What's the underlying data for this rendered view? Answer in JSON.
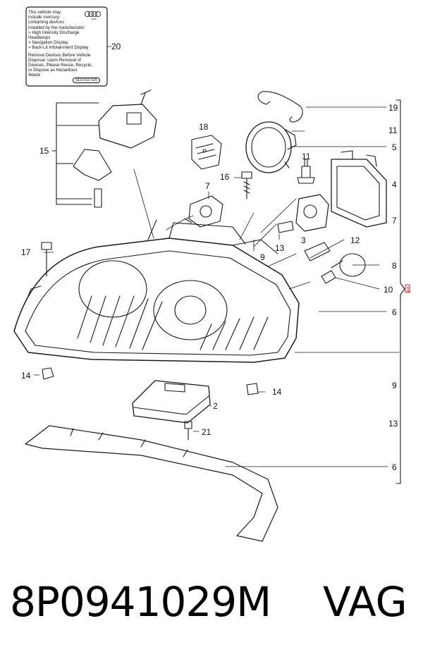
{
  "sticker": {
    "lines": [
      "This vehicle may",
      "include mercury-",
      "containing devices",
      "installed by the manufacturer:",
      "> High Intensity Discharge",
      "   Headlamps",
      "> Navigation Display",
      "> Back-Lit Infotainment Display",
      "Remove Devices Before Vehicle",
      "Disposal. Upon Removal of",
      "Devices, Please Reuse, Recycle,",
      "or Dispose as Hazardous",
      "Waste"
    ],
    "code": "1E0 010 520",
    "brand_mark": "Audi"
  },
  "callouts": {
    "c20": "20",
    "c19": "19",
    "c11a": "11",
    "c5": "5",
    "c18": "18",
    "c11b": "11",
    "c16": "16",
    "c4": "4",
    "c15": "15",
    "c7a": "7",
    "c7b": "7",
    "c17": "17",
    "c9a": "9",
    "c13a": "13",
    "c3": "3",
    "c12": "12",
    "c8": "8",
    "c10": "10",
    "c6a": "6",
    "c14a": "14",
    "c14b": "14",
    "c9b": "9",
    "c2": "2",
    "c21": "21",
    "c13b": "13",
    "c6b": "6",
    "c1": "1"
  },
  "footer": {
    "part_number": "8P0941029M",
    "brand": "VAG"
  },
  "colors": {
    "line": "#1a1a1a",
    "marker": "#cc2222"
  }
}
